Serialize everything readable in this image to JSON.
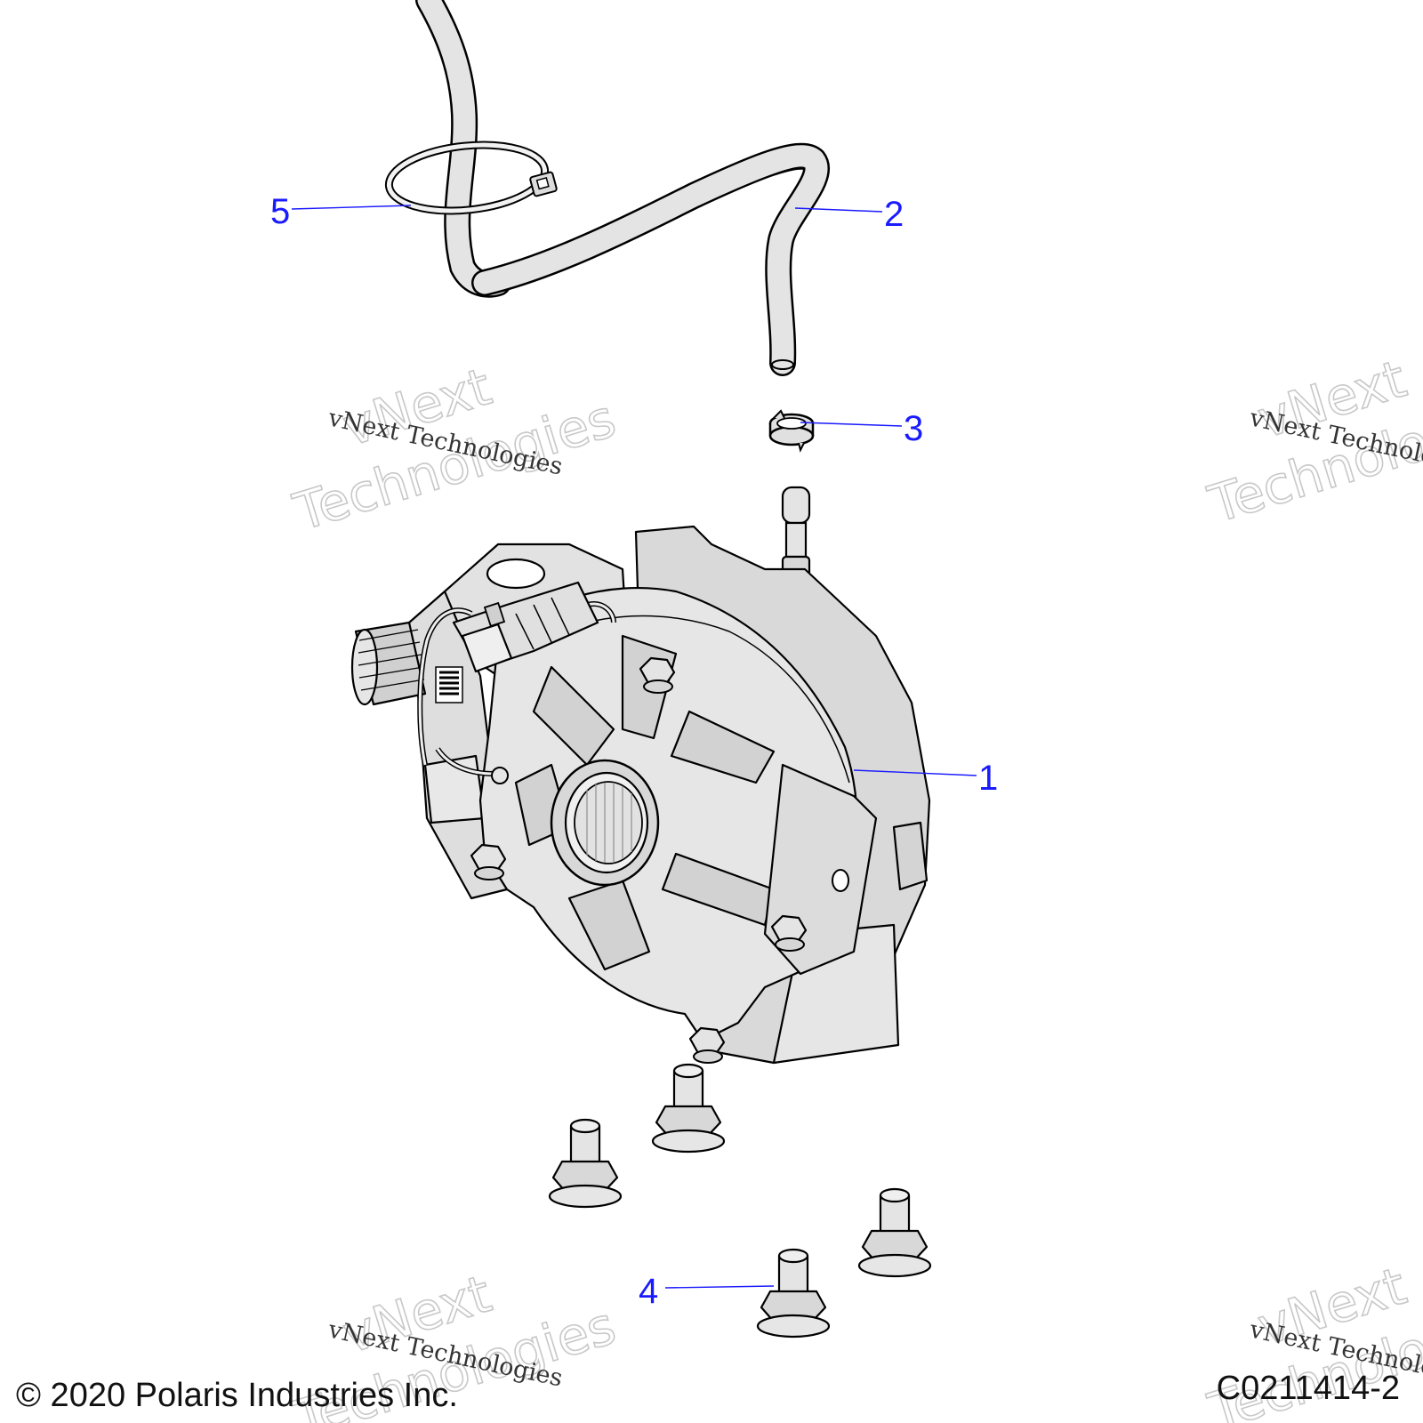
{
  "colors": {
    "callout": "#1a1aff",
    "line_art": "#000000",
    "part_fill": "#e4e4e4",
    "part_shade": "#cfcfcf",
    "watermark": "#c8c8c8"
  },
  "callouts": [
    {
      "id": "1",
      "label": "1"
    },
    {
      "id": "2",
      "label": "2"
    },
    {
      "id": "3",
      "label": "3"
    },
    {
      "id": "4",
      "label": "4"
    },
    {
      "id": "5",
      "label": "5"
    }
  ],
  "watermark": {
    "small_text": "vNext Technologies",
    "big_line1": "vNext",
    "big_line2": "Technologies"
  },
  "footer": {
    "copyright": "© 2020 Polaris Industries Inc.",
    "diagram_code": "C0211414-2"
  }
}
